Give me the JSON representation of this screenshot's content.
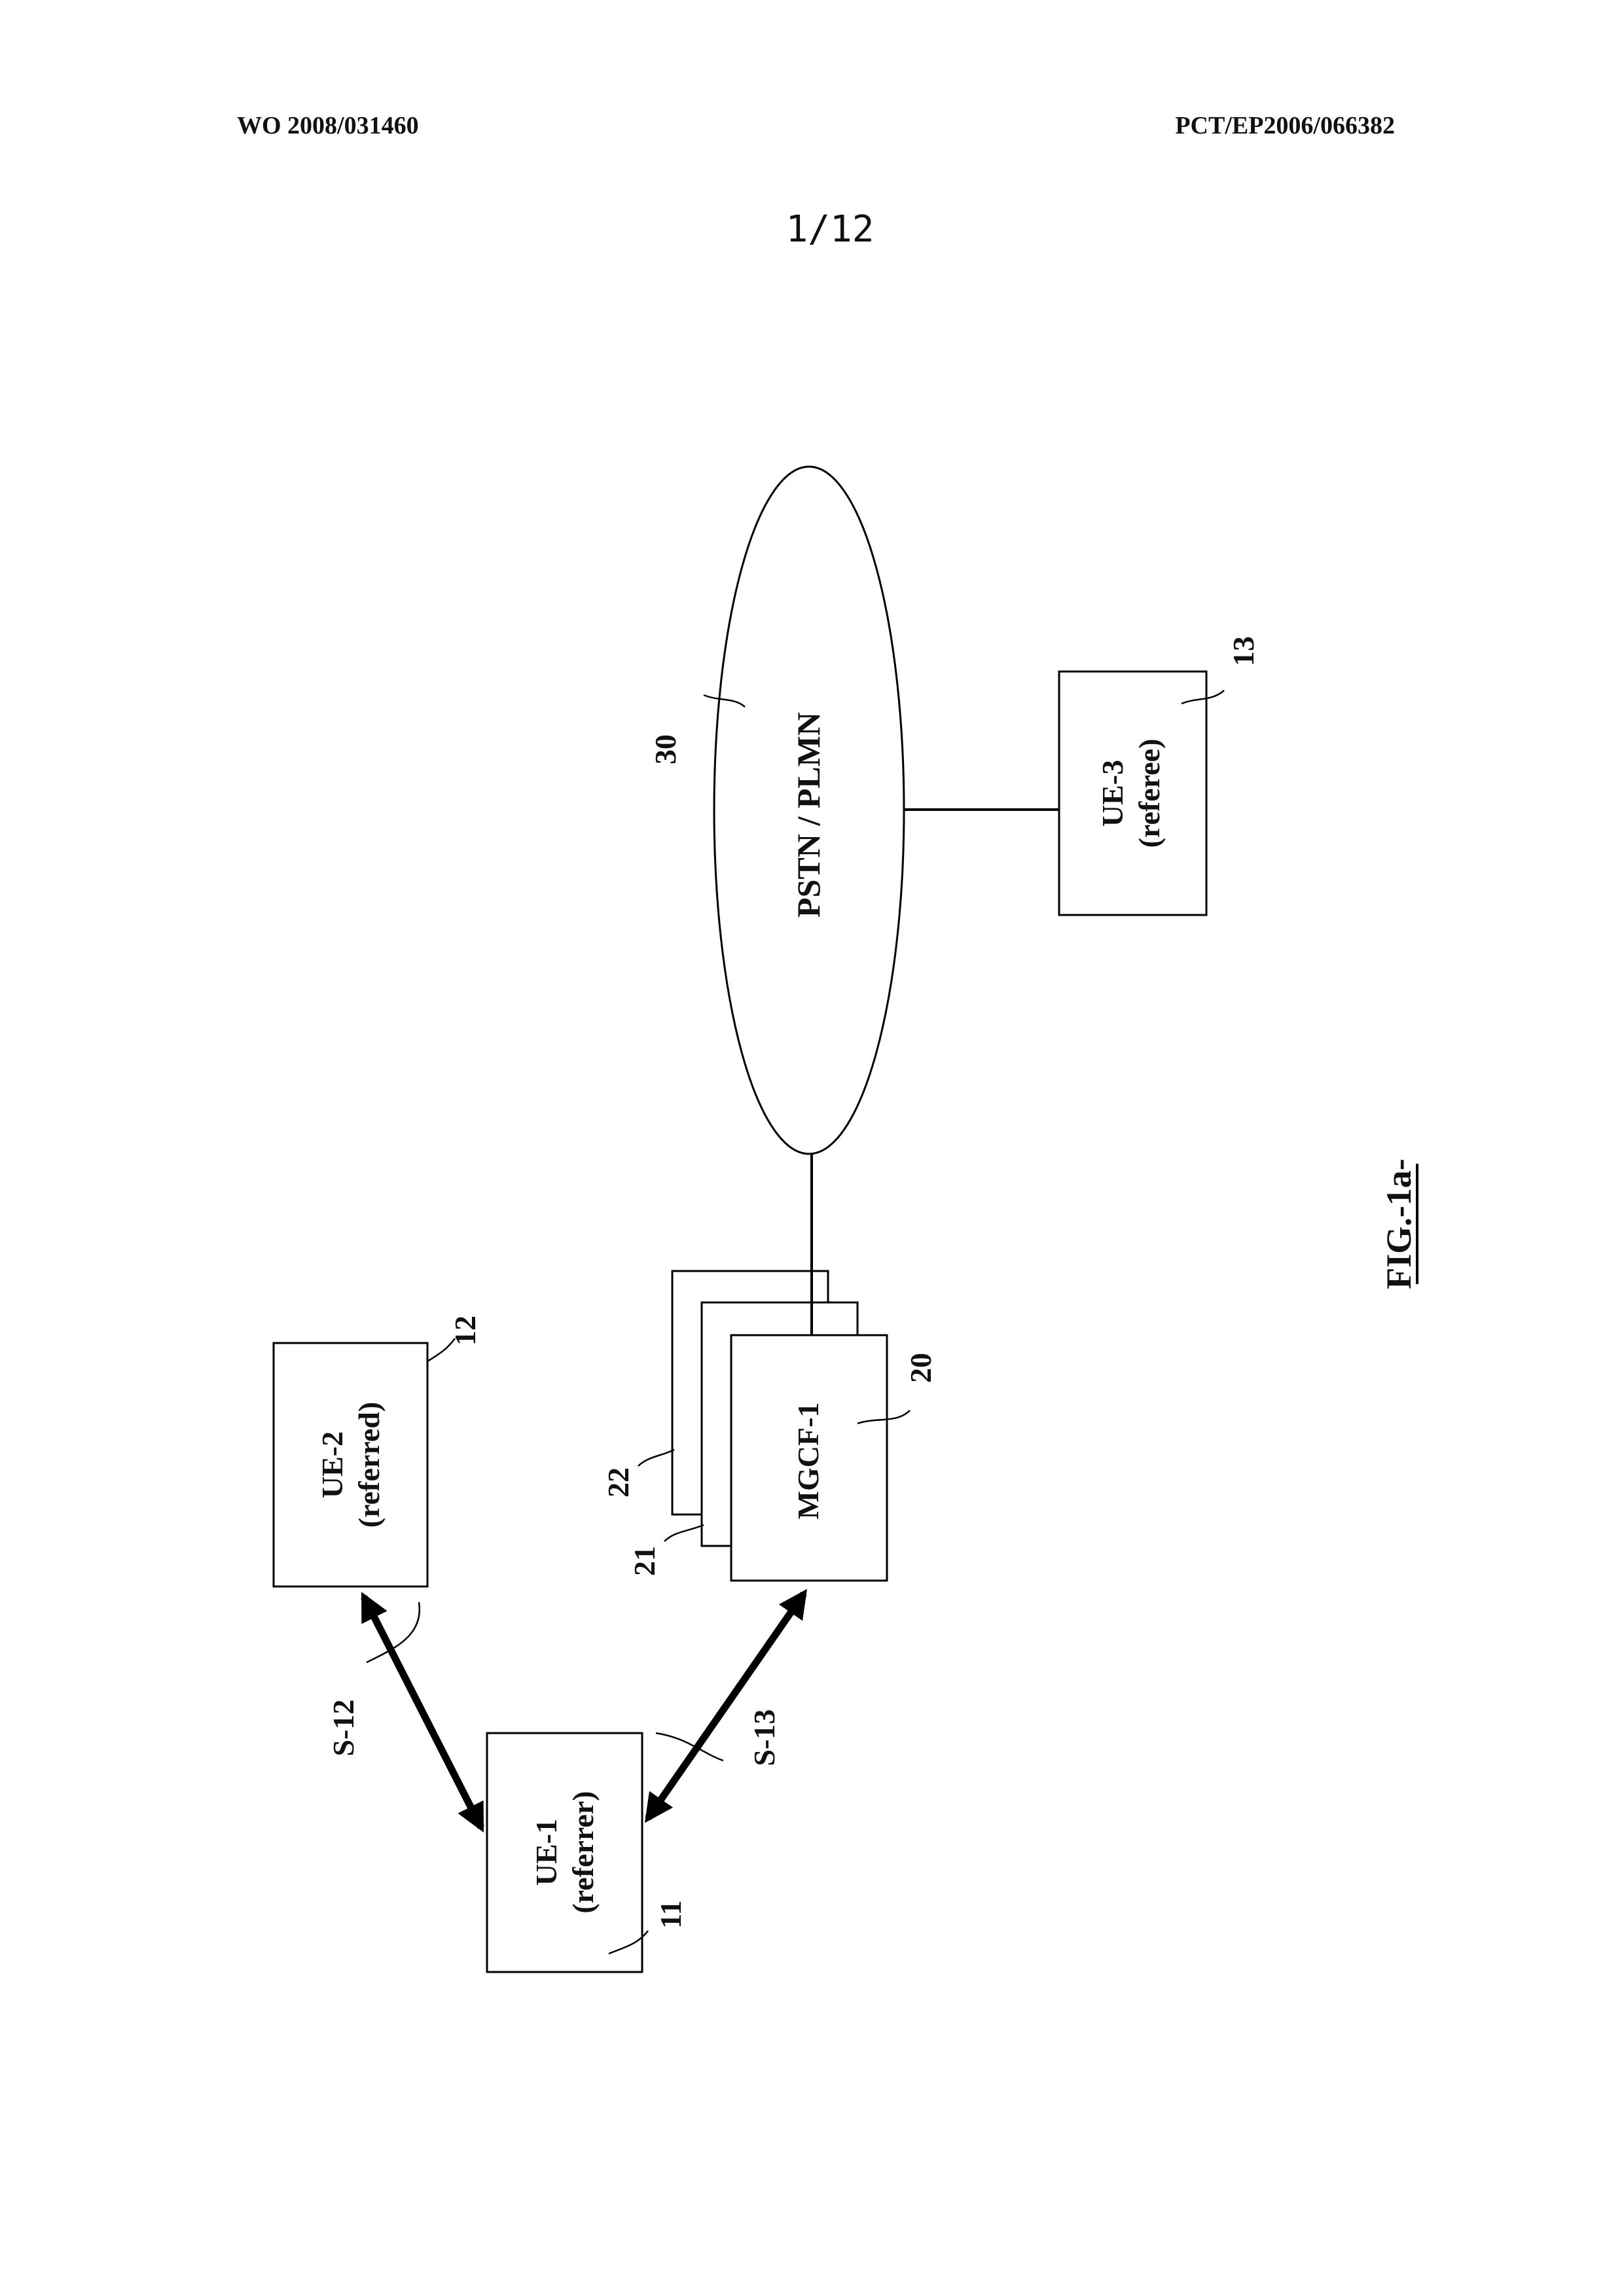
{
  "header": {
    "left": "WO 2008/031460",
    "right": "PCT/EP2006/066382"
  },
  "page_number": "1/12",
  "figure": {
    "caption": "FIG.-1a-",
    "nodes": {
      "ue1": {
        "name": "UE-1",
        "role": "(referrer)",
        "ref": "11"
      },
      "ue2": {
        "name": "UE-2",
        "role": "(referred)",
        "ref": "12"
      },
      "ue3": {
        "name": "UE-3",
        "role": "(referee)",
        "ref": "13"
      },
      "mgcf": {
        "name": "MGCF-1",
        "ref": "20",
        "stack_refs": [
          "21",
          "22"
        ]
      },
      "network": {
        "name": "PSTN / PLMN",
        "ref": "30"
      }
    },
    "links": {
      "s12": "S-12",
      "s13": "S-13"
    }
  }
}
